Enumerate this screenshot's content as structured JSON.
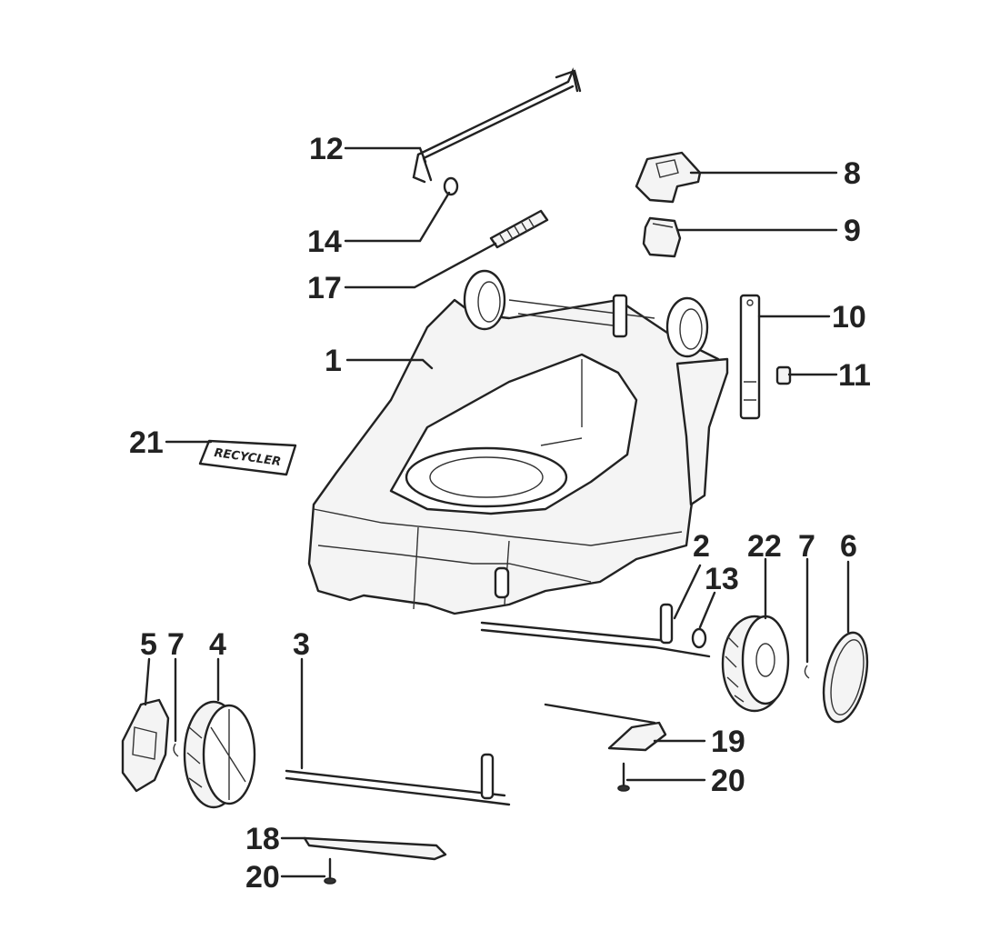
{
  "diagram": {
    "callouts": {
      "c1": "1",
      "c2": "2",
      "c3": "3",
      "c4": "4",
      "c5": "5",
      "c6": "6",
      "c7a": "7",
      "c7b": "7",
      "c8": "8",
      "c9": "9",
      "c10": "10",
      "c11": "11",
      "c12": "12",
      "c13": "13",
      "c14": "14",
      "c17": "17",
      "c18": "18",
      "c19": "19",
      "c20a": "20",
      "c20b": "20",
      "c21": "21",
      "c22": "22"
    },
    "decal_text": "RECYCLER"
  }
}
